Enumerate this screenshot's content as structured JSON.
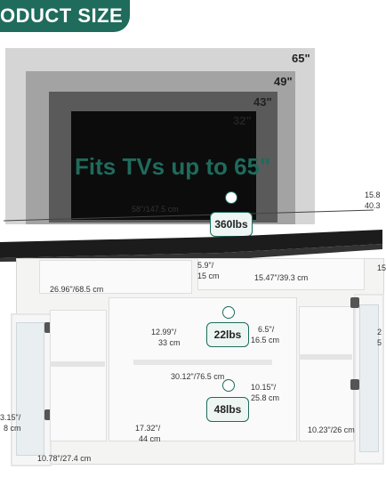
{
  "banner": {
    "title": "ODUCT SIZE"
  },
  "tv_sizes": {
    "s65": "65\"",
    "s49": "49\"",
    "s43": "43\"",
    "s32": "32\""
  },
  "headline": "Fits TVs up to 65\"",
  "capacities": {
    "top": "360lbs",
    "middle": "22lbs",
    "lower": "48lbs"
  },
  "dimensions": {
    "top_width": "58\"/147.5 cm",
    "depth_top": "15.8",
    "depth_bottom": "40.3",
    "right_top": "15",
    "upper_left_width": "26.96\"/68.5 cm",
    "upper_gap_h": "5.9\"/",
    "upper_gap_h2": "15 cm",
    "upper_right_width": "15.47\"/39.3 cm",
    "mid_w": "12.99\"/",
    "mid_w2": "33 cm",
    "mid_h": "6.5\"/",
    "mid_h2": "16.5 cm",
    "mid_width": "30.12\"/76.5 cm",
    "lower_h": "10.15\"/",
    "lower_h2": "25.8 cm",
    "left_h": "3.15\"/",
    "left_h2": "8 cm",
    "center_base": "17.32\"/",
    "center_base2": "44 cm",
    "bottom_left": "10.78\"/27.4 cm",
    "bottom_right": "10.23\"/26 cm",
    "right_side": "2",
    "right_side2": "5"
  },
  "colors": {
    "accent": "#1f6b5c",
    "top_slab": "#1c1c1c"
  }
}
